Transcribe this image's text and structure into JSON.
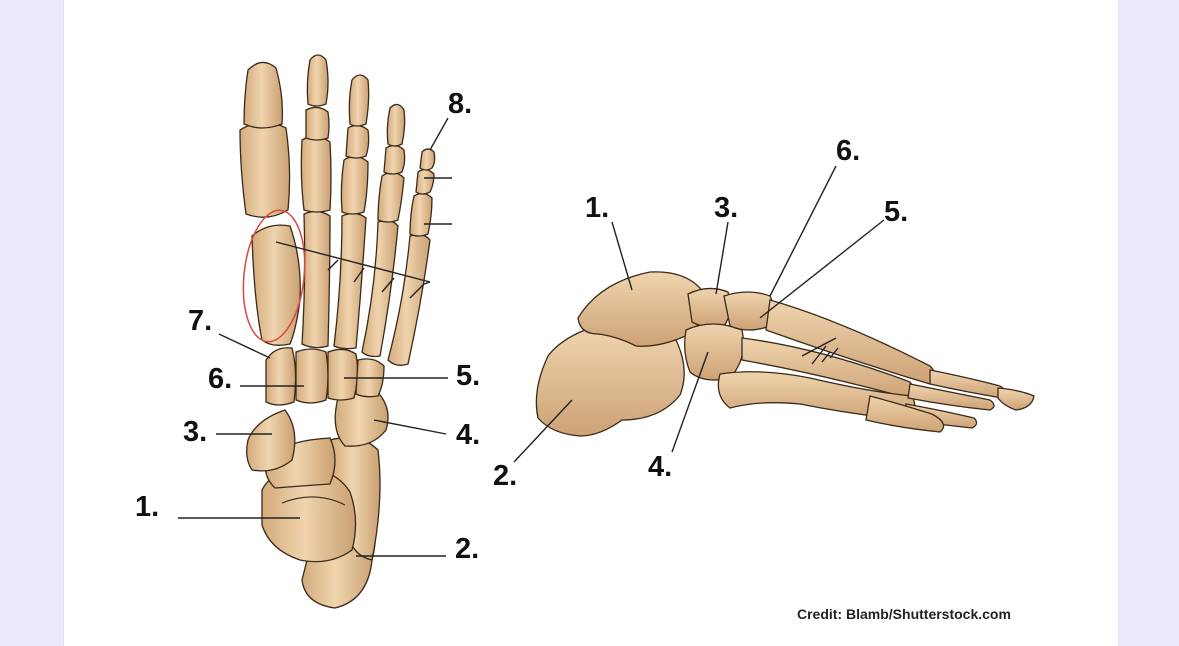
{
  "diagram": {
    "dorsal_view": {
      "labels": [
        "8.",
        "7.",
        "6.",
        "5.",
        "3.",
        "4.",
        "1.",
        "2."
      ]
    },
    "lateral_view": {
      "labels": [
        "6.",
        "1.",
        "3.",
        "5.",
        "2.",
        "4."
      ]
    },
    "credit": "Credit: Blamb/Shutterstock.com",
    "colors": {
      "bone": "#e9c9a0",
      "bone_shadow": "#c99e72",
      "outline": "#3a2a18",
      "highlight_ellipse": "#d9473f",
      "background": "#ebe9fb"
    }
  }
}
